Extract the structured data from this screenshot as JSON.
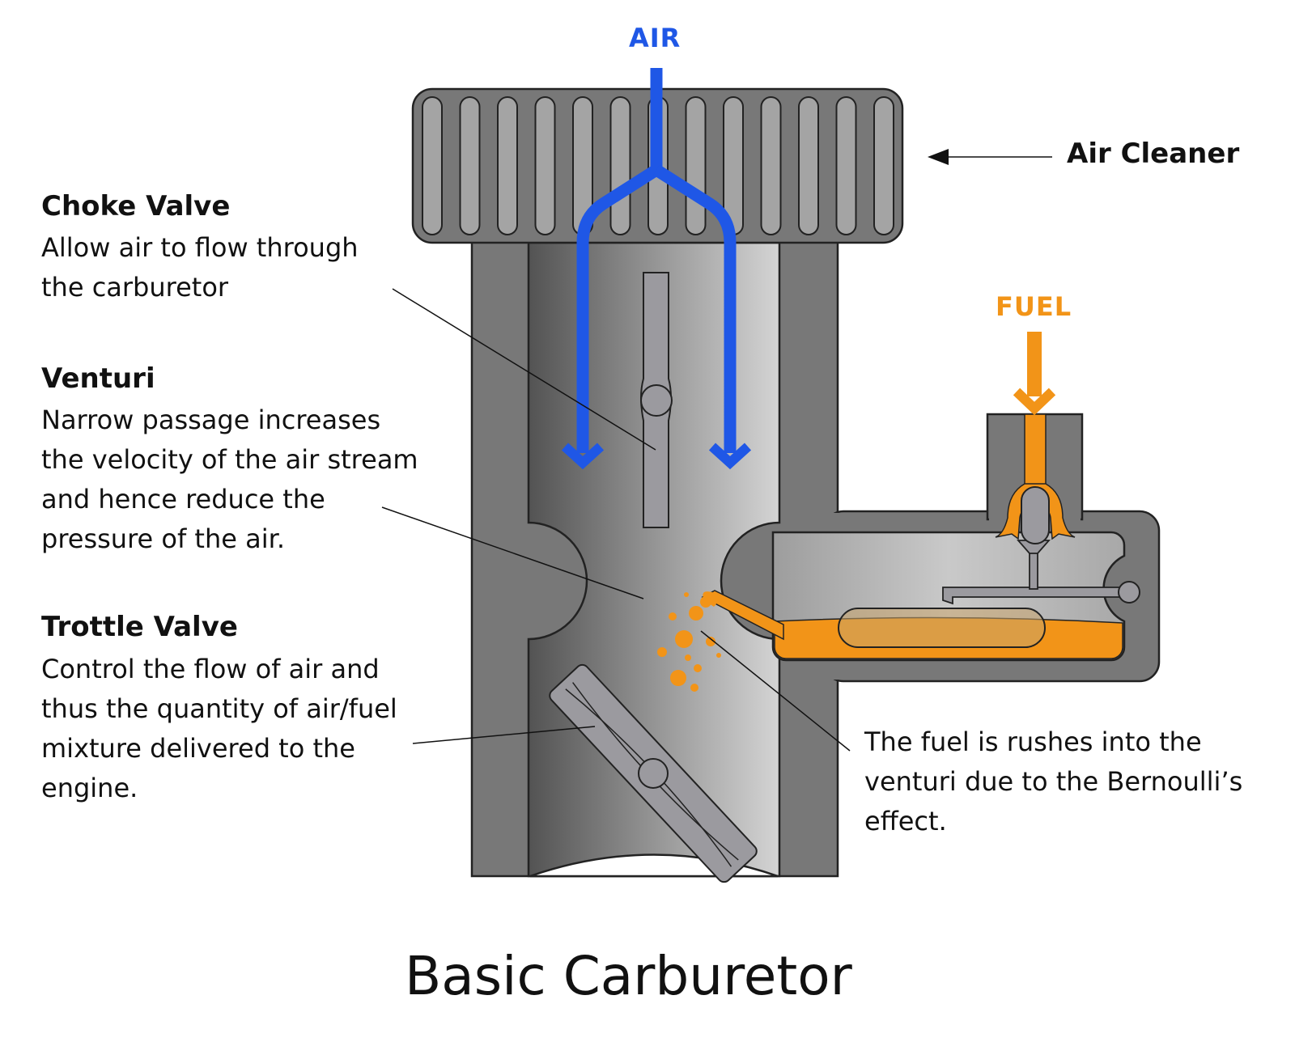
{
  "title": "Basic Carburetor",
  "flows": {
    "air": {
      "label": "AIR",
      "color": "#1f57e6"
    },
    "fuel": {
      "label": "FUEL",
      "color": "#f29418"
    }
  },
  "air_cleaner": {
    "label": "Air Cleaner"
  },
  "callouts": {
    "choke": {
      "heading": "Choke Valve",
      "lines": [
        "Allow air to flow through",
        "the carburetor"
      ]
    },
    "venturi": {
      "heading": "Venturi",
      "lines": [
        "Narrow passage increases",
        "the velocity of the air stream",
        "and hence reduce the",
        "pressure of the air."
      ]
    },
    "throttle": {
      "heading": "Trottle Valve",
      "lines": [
        "Control the flow of air and",
        "thus the quantity of air/fuel",
        "mixture delivered to the",
        "engine."
      ]
    },
    "bernoulli": {
      "lines": [
        "The fuel is rushes into the",
        "venturi due to the Bernoulli’s",
        "effect."
      ]
    }
  }
}
